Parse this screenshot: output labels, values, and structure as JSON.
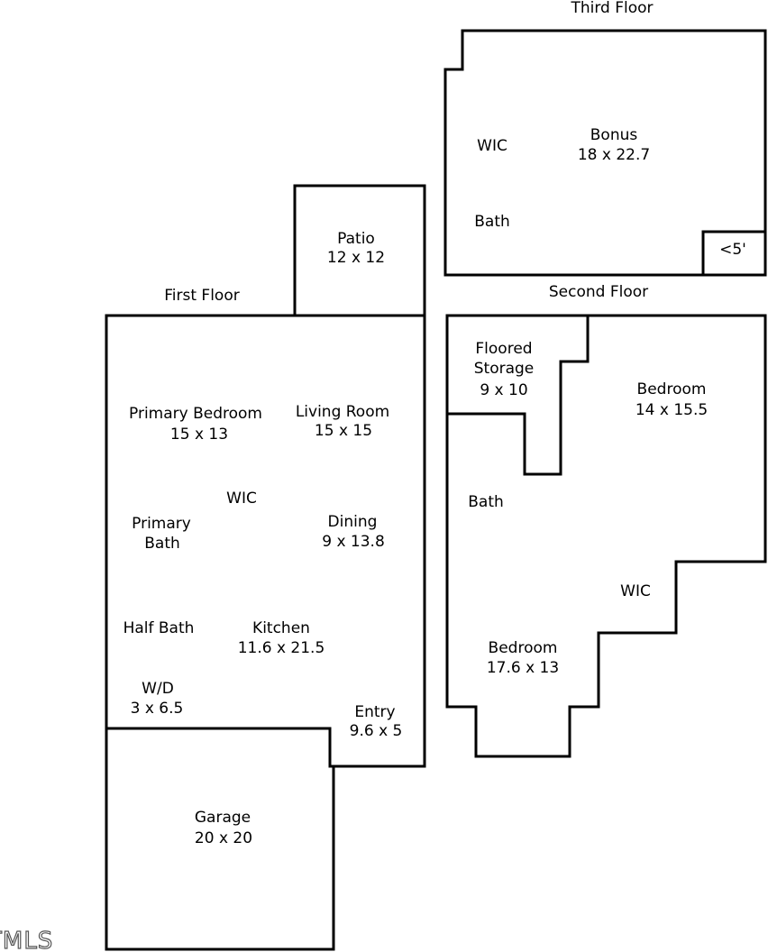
{
  "floors": {
    "third": "Third Floor",
    "second": "Second Floor",
    "first": "First Floor"
  },
  "rooms": {
    "bonus": {
      "name": "Bonus",
      "dims": "18 x 22.7"
    },
    "third_wic": "WIC",
    "third_bath": "Bath",
    "low_ceiling": "<5'",
    "patio": {
      "name": "Patio",
      "dims": "12 x 12"
    },
    "floored_storage": {
      "line1": "Floored",
      "line2": "Storage",
      "dims": "9 x 10"
    },
    "bedroom_upper": {
      "name": "Bedroom",
      "dims": "14 x 15.5"
    },
    "second_bath": "Bath",
    "second_wic": "WIC",
    "bedroom_lower": {
      "name": "Bedroom",
      "dims": "17.6 x 13"
    },
    "primary_bedroom": {
      "name": "Primary Bedroom",
      "dims": "15 x 13"
    },
    "living_room": {
      "name": "Living Room",
      "dims": "15 x 15"
    },
    "first_wic": "WIC",
    "primary_bath": {
      "line1": "Primary",
      "line2": "Bath"
    },
    "dining": {
      "name": "Dining",
      "dims": "9 x 13.8"
    },
    "half_bath": "Half Bath",
    "kitchen": {
      "name": "Kitchen",
      "dims": "11.6 x 21.5"
    },
    "wd": {
      "name": "W/D",
      "dims": "3 x 6.5"
    },
    "entry": {
      "name": "Entry",
      "dims": "9.6 x 5"
    },
    "garage": {
      "name": "Garage",
      "dims": "20 x 20"
    }
  },
  "watermark": "TMLS"
}
